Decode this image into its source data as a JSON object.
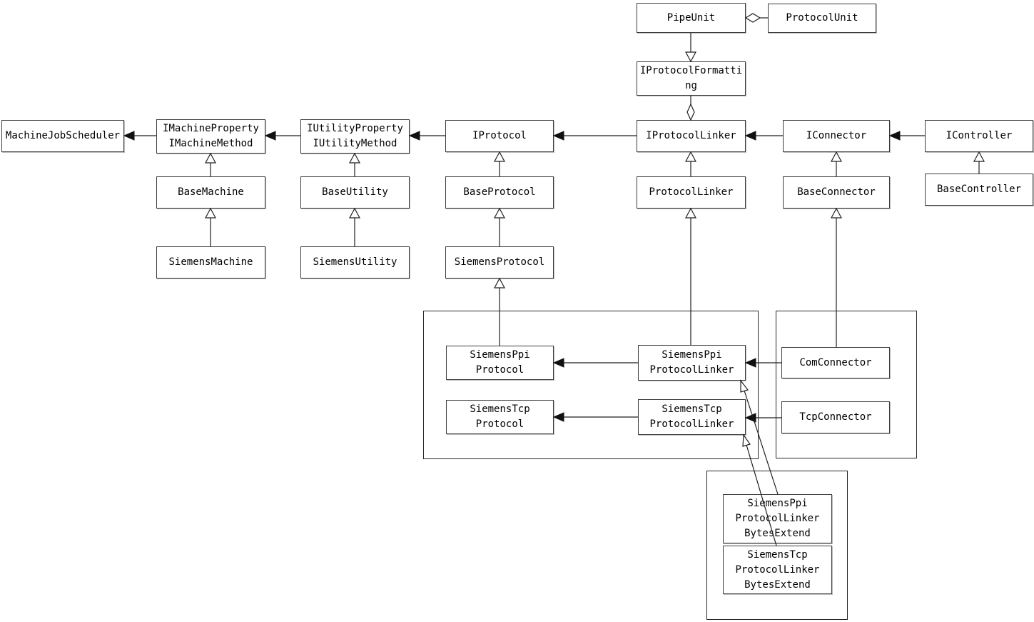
{
  "diagram": {
    "background_color": "#ffffff",
    "line_color": "#1f1f1f",
    "box_border_color": "#3d3d3d",
    "nodes": {
      "pipe_unit": {
        "label": "PipeUnit"
      },
      "protocol_unit": {
        "label": "ProtocolUnit"
      },
      "iprotocol_formatting": {
        "label": "IProtocolFormatti\nng"
      },
      "machine_job_scheduler": {
        "label": "MachineJobScheduler"
      },
      "imachine_property_method": {
        "label": "IMachineProperty\nIMachineMethod"
      },
      "iutility_property_method": {
        "label": "IUtilityProperty\nIUtilityMethod"
      },
      "iprotocol": {
        "label": "IProtocol"
      },
      "iprotocol_linker": {
        "label": "IProtocolLinker"
      },
      "iconnector": {
        "label": "IConnector"
      },
      "icontroller": {
        "label": "IController"
      },
      "base_machine": {
        "label": "BaseMachine"
      },
      "base_utility": {
        "label": "BaseUtility"
      },
      "base_protocol": {
        "label": "BaseProtocol"
      },
      "protocol_linker": {
        "label": "ProtocolLinker"
      },
      "base_connector": {
        "label": "BaseConnector"
      },
      "base_controller": {
        "label": "BaseController"
      },
      "siemens_machine": {
        "label": "SiemensMachine"
      },
      "siemens_utility": {
        "label": "SiemensUtility"
      },
      "siemens_protocol": {
        "label": "SiemensProtocol"
      },
      "siemens_ppi_protocol": {
        "label": "SiemensPpi\nProtocol"
      },
      "siemens_ppi_protocol_linker": {
        "label": "SiemensPpi\nProtocolLinker"
      },
      "siemens_tcp_protocol": {
        "label": "SiemensTcp\nProtocol"
      },
      "siemens_tcp_protocol_linker": {
        "label": "SiemensTcp\nProtocolLinker"
      },
      "com_connector": {
        "label": "ComConnector"
      },
      "tcp_connector": {
        "label": "TcpConnector"
      },
      "siemens_ppi_protocol_linker_bytes_extend": {
        "label": "SiemensPpi\nProtocolLinker\nBytesExtend"
      },
      "siemens_tcp_protocol_linker_bytes_extend": {
        "label": "SiemensTcp\nProtocolLinker\nBytesExtend"
      }
    },
    "relationships": [
      {
        "type": "aggregation",
        "owner": "PipeUnit",
        "part": "ProtocolUnit"
      },
      {
        "type": "aggregation",
        "owner": "IProtocolLinker",
        "part": "IProtocolFormatting"
      },
      {
        "type": "realization",
        "from": "PipeUnit",
        "to": "IProtocolFormatting"
      },
      {
        "type": "dependency",
        "from": "IMachineProperty/IMachineMethod",
        "to": "MachineJobScheduler"
      },
      {
        "type": "dependency",
        "from": "IUtilityProperty/IUtilityMethod",
        "to": "IMachineProperty/IMachineMethod"
      },
      {
        "type": "dependency",
        "from": "IProtocol",
        "to": "IUtilityProperty/IUtilityMethod"
      },
      {
        "type": "dependency",
        "from": "IProtocolLinker",
        "to": "IProtocol"
      },
      {
        "type": "dependency",
        "from": "IConnector",
        "to": "IProtocolLinker"
      },
      {
        "type": "dependency",
        "from": "IController",
        "to": "IConnector"
      },
      {
        "type": "dependency",
        "from": "SiemensPpiProtocolLinker",
        "to": "SiemensPpiProtocol"
      },
      {
        "type": "dependency",
        "from": "SiemensTcpProtocolLinker",
        "to": "SiemensTcpProtocol"
      },
      {
        "type": "dependency",
        "from": "ComConnector",
        "to": "SiemensPpiProtocolLinker"
      },
      {
        "type": "dependency",
        "from": "TcpConnector",
        "to": "SiemensTcpProtocolLinker"
      },
      {
        "type": "generalization",
        "from": "BaseMachine",
        "to": "IMachineProperty/IMachineMethod"
      },
      {
        "type": "generalization",
        "from": "SiemensMachine",
        "to": "BaseMachine"
      },
      {
        "type": "generalization",
        "from": "BaseUtility",
        "to": "IUtilityProperty/IUtilityMethod"
      },
      {
        "type": "generalization",
        "from": "SiemensUtility",
        "to": "BaseUtility"
      },
      {
        "type": "generalization",
        "from": "BaseProtocol",
        "to": "IProtocol"
      },
      {
        "type": "generalization",
        "from": "SiemensProtocol",
        "to": "BaseProtocol"
      },
      {
        "type": "generalization",
        "from": "SiemensPpiProtocol",
        "to": "SiemensProtocol"
      },
      {
        "type": "generalization",
        "from": "ProtocolLinker",
        "to": "IProtocolLinker"
      },
      {
        "type": "generalization",
        "from": "SiemensPpiProtocolLinker",
        "to": "ProtocolLinker"
      },
      {
        "type": "generalization",
        "from": "BaseConnector",
        "to": "IConnector"
      },
      {
        "type": "generalization",
        "from": "ComConnector",
        "to": "BaseConnector"
      },
      {
        "type": "generalization",
        "from": "BaseController",
        "to": "IController"
      },
      {
        "type": "generalization",
        "from": "SiemensPpiProtocolLinkerBytesExtend",
        "to": "SiemensPpiProtocolLinker"
      },
      {
        "type": "generalization",
        "from": "SiemensTcpProtocolLinkerBytesExtend",
        "to": "SiemensTcpProtocolLinker"
      }
    ]
  }
}
